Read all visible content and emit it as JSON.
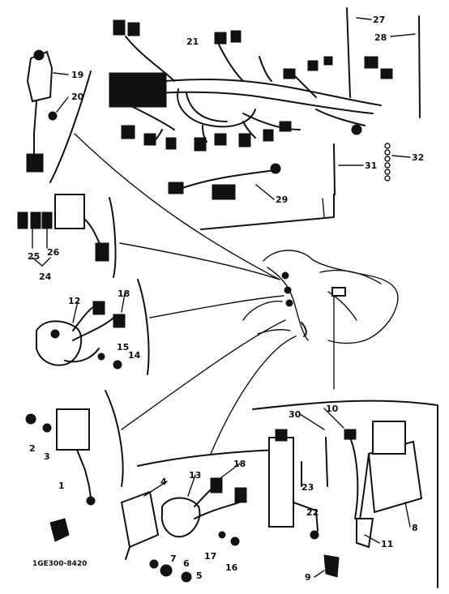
{
  "diagram_code": "1GE300-8420",
  "callouts": [
    {
      "id": "c27",
      "text": "27"
    },
    {
      "id": "c28",
      "text": "28"
    },
    {
      "id": "c21",
      "text": "21"
    },
    {
      "id": "c19",
      "text": "19"
    },
    {
      "id": "c20",
      "text": "20"
    },
    {
      "id": "c31",
      "text": "31"
    },
    {
      "id": "c32",
      "text": "32"
    },
    {
      "id": "c29",
      "text": "29"
    },
    {
      "id": "c25",
      "text": "25"
    },
    {
      "id": "c26",
      "text": "26"
    },
    {
      "id": "c24",
      "text": "24"
    },
    {
      "id": "c12",
      "text": "12"
    },
    {
      "id": "c18a",
      "text": "18"
    },
    {
      "id": "c15",
      "text": "15"
    },
    {
      "id": "c14",
      "text": "14"
    },
    {
      "id": "c10",
      "text": "10"
    },
    {
      "id": "c30",
      "text": "30"
    },
    {
      "id": "c2",
      "text": "2"
    },
    {
      "id": "c3",
      "text": "3"
    },
    {
      "id": "c1",
      "text": "1"
    },
    {
      "id": "c4",
      "text": "4"
    },
    {
      "id": "c13",
      "text": "13"
    },
    {
      "id": "c18b",
      "text": "18"
    },
    {
      "id": "c23",
      "text": "23"
    },
    {
      "id": "c22",
      "text": "22"
    },
    {
      "id": "c8",
      "text": "8"
    },
    {
      "id": "c11",
      "text": "11"
    },
    {
      "id": "c7",
      "text": "7"
    },
    {
      "id": "c6",
      "text": "6"
    },
    {
      "id": "c5",
      "text": "5"
    },
    {
      "id": "c17",
      "text": "17"
    },
    {
      "id": "c16",
      "text": "16"
    },
    {
      "id": "c9",
      "text": "9"
    }
  ]
}
